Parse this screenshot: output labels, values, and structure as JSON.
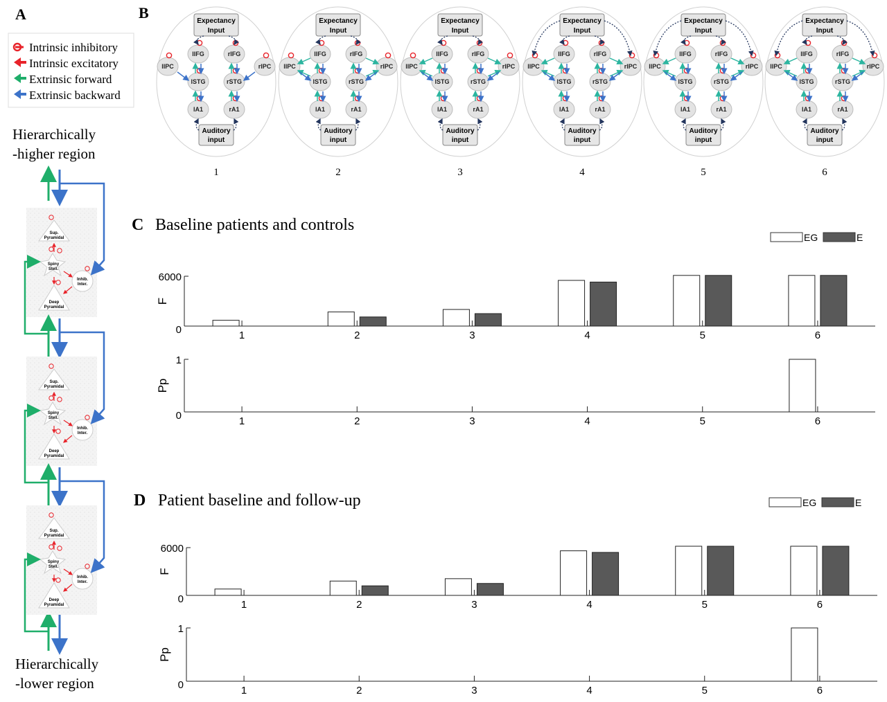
{
  "panel_letters": {
    "a": "A",
    "b": "B",
    "c": "C",
    "d": "D"
  },
  "legend_a": [
    {
      "label": "Intrinsic inhibitory",
      "color": "#e8232a",
      "icon": "circle-head-icon"
    },
    {
      "label": "Intrinsic excitatory",
      "color": "#e8232a",
      "icon": "arrow-left-icon"
    },
    {
      "label": "Extrinsic forward",
      "color": "#1fae6a",
      "icon": "arrow-left-icon"
    },
    {
      "label": "Extrinsic backward",
      "color": "#3c73c9",
      "icon": "arrow-left-icon"
    }
  ],
  "hierarchy": {
    "higher_line1": "Hierarchically",
    "higher_line2": "-higher region",
    "lower_line1": "Hierarchically",
    "lower_line2": "-lower region"
  },
  "microcircuit": {
    "sup_line1": "Sup.",
    "sup_line2": "Pyramidal",
    "spiny_line1": "Spiny",
    "spiny_line2": "Stell.",
    "deep_line1": "Deep",
    "deep_line2": "Pyramidal",
    "inhib_line1": "Inhib.",
    "inhib_line2": "Inter."
  },
  "model_nodes": {
    "expectancy_line1": "Expectancy",
    "expectancy_line2": "Input",
    "auditory_line1": "Auditory",
    "auditory_line2": "input",
    "lIFG": "lIFG",
    "rIFG": "rIFG",
    "lIPC": "lIPC",
    "rIPC": "rIPC",
    "lSTG": "lSTG",
    "rSTG": "rSTG",
    "lA1": "lA1",
    "rA1": "rA1"
  },
  "models": [
    {
      "number": "1",
      "ipc": false,
      "expectancy_to_ipc": false
    },
    {
      "number": "2",
      "ipc": true,
      "expectancy_to_ipc": false
    },
    {
      "number": "3",
      "ipc": true,
      "expectancy_to_ipc": false
    },
    {
      "number": "4",
      "ipc": true,
      "expectancy_to_ipc": true
    },
    {
      "number": "5",
      "ipc": true,
      "expectancy_to_ipc": true
    },
    {
      "number": "6",
      "ipc": true,
      "expectancy_to_ipc": true
    }
  ],
  "colors": {
    "eg_fill": "#ffffff",
    "e_fill": "#595959",
    "forward": "#2cb5a0",
    "backward": "#3c73c9",
    "inhibitory": "#e8232a",
    "green": "#1fae6a",
    "node_fill": "#e3e3e3"
  },
  "chart_data": [
    {
      "panel": "C",
      "title": "Baseline patients and controls",
      "type": "bar",
      "categories": [
        "1",
        "2",
        "3",
        "4",
        "5",
        "6"
      ],
      "legend": [
        "EG",
        "E"
      ],
      "legend_position": "top-right",
      "subplots": [
        {
          "ylabel": "F",
          "ylim": [
            0,
            6000
          ],
          "yticks": [
            "0",
            "6000"
          ],
          "series": [
            {
              "name": "EG",
              "values": [
                700,
                1700,
                2000,
                5500,
                6100,
                6100
              ]
            },
            {
              "name": "E",
              "values": [
                0,
                1100,
                1500,
                5300,
                6100,
                6100
              ]
            }
          ]
        },
        {
          "ylabel": "Pp",
          "ylim": [
            0,
            1
          ],
          "yticks": [
            "0",
            "1"
          ],
          "series": [
            {
              "name": "EG",
              "values": [
                0,
                0,
                0,
                0,
                0,
                1
              ]
            }
          ]
        }
      ]
    },
    {
      "panel": "D",
      "title": "Patient baseline and follow-up",
      "type": "bar",
      "categories": [
        "1",
        "2",
        "3",
        "4",
        "5",
        "6"
      ],
      "legend": [
        "EG",
        "E"
      ],
      "legend_position": "top-right",
      "subplots": [
        {
          "ylabel": "F",
          "ylim": [
            0,
            6000
          ],
          "yticks": [
            "0",
            "6000"
          ],
          "series": [
            {
              "name": "EG",
              "values": [
                800,
                1800,
                2100,
                5600,
                6200,
                6200
              ]
            },
            {
              "name": "E",
              "values": [
                0,
                1200,
                1500,
                5400,
                6200,
                6200
              ]
            }
          ]
        },
        {
          "ylabel": "Pp",
          "ylim": [
            0,
            1
          ],
          "yticks": [
            "0",
            "1"
          ],
          "series": [
            {
              "name": "EG",
              "values": [
                0,
                0,
                0,
                0,
                0,
                1
              ]
            }
          ]
        }
      ]
    }
  ]
}
